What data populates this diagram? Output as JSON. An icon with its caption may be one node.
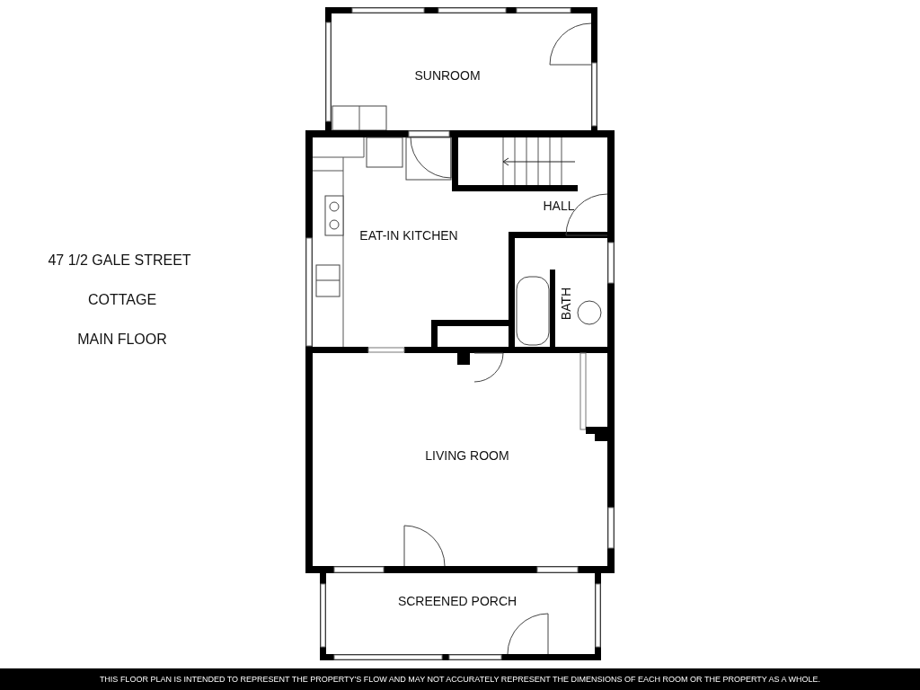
{
  "diagram": {
    "caption": "THIS FLOOR PLAN IS INTENDED TO REPRESENT THE PROPERTY'S FLOW AND MAY NOT ACCURATELY REPRESENT THE DIMENSIONS OF EACH ROOM OR THE PROPERTY AS A WHOLE.",
    "labels": [
      "SUNROOM",
      "HALL",
      "EAT-IN KITCHEN",
      "47 1/2 GALE STREET",
      "COTTAGE",
      "BATH",
      "MAIN FLOOR",
      "LIVING ROOM",
      "SCREENED PORCH"
    ]
  }
}
